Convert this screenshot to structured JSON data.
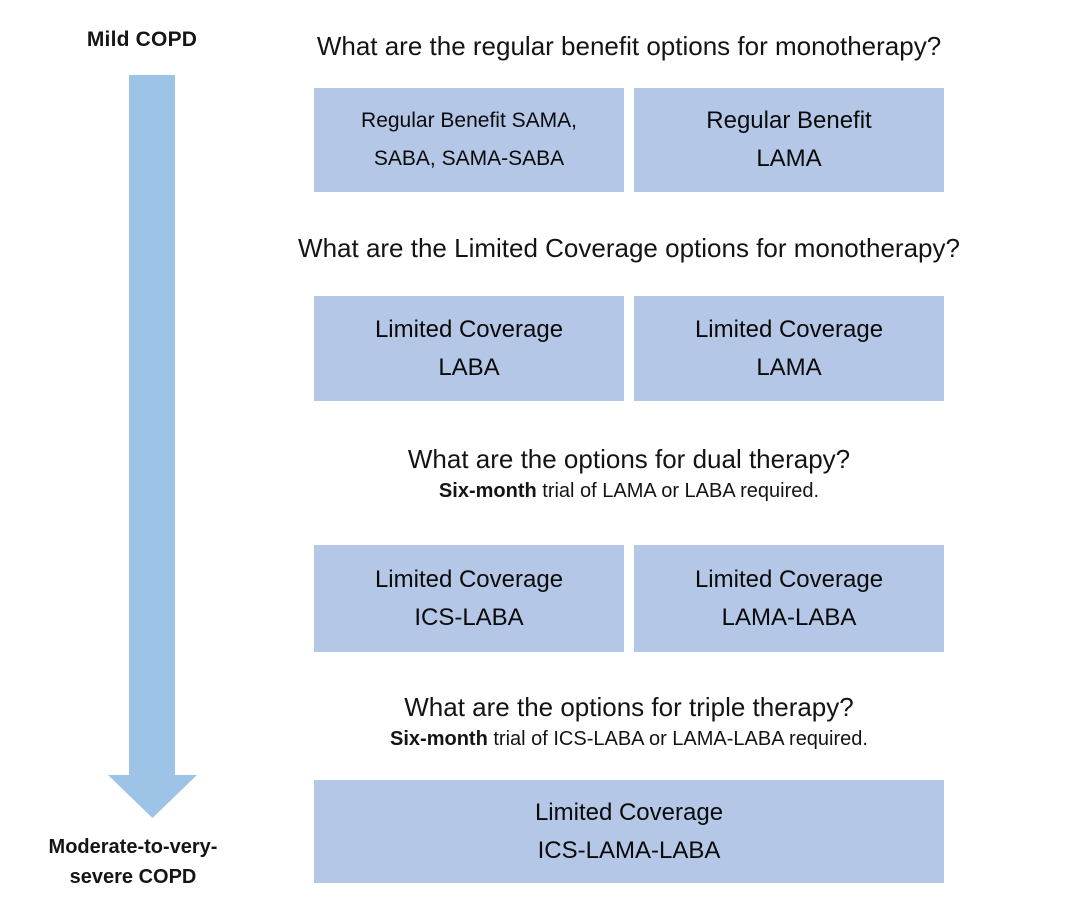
{
  "colors": {
    "box_fill": "#b4c7e7",
    "arrow_fill": "#9dc3e6",
    "text": "#141414"
  },
  "severity_arrow": {
    "top_label": "Mild COPD",
    "bottom_label_line1": "Moderate-to-very-",
    "bottom_label_line2": "severe COPD"
  },
  "sections": [
    {
      "question": "What are the regular benefit options for monotherapy?",
      "boxes": [
        {
          "line1": "Regular Benefit SAMA,",
          "line2": "SABA, SAMA-SABA"
        },
        {
          "line1": "Regular Benefit",
          "line2": "LAMA"
        }
      ]
    },
    {
      "question": "What are the Limited Coverage options for monotherapy?",
      "boxes": [
        {
          "line1": "Limited Coverage",
          "line2": "LABA"
        },
        {
          "line1": "Limited Coverage",
          "line2": "LAMA"
        }
      ]
    },
    {
      "question": "What are the options for dual therapy?",
      "note_bold": "Six-month",
      "note_rest": " trial of LAMA or LABA required.",
      "boxes": [
        {
          "line1": "Limited Coverage",
          "line2": "ICS-LABA"
        },
        {
          "line1": "Limited Coverage",
          "line2": "LAMA-LABA"
        }
      ]
    },
    {
      "question": "What are the options for triple therapy?",
      "note_bold": "Six-month",
      "note_rest": " trial of ICS-LABA or LAMA-LABA required.",
      "boxes": [
        {
          "line1": "Limited Coverage",
          "line2": "ICS-LAMA-LABA"
        }
      ]
    }
  ]
}
